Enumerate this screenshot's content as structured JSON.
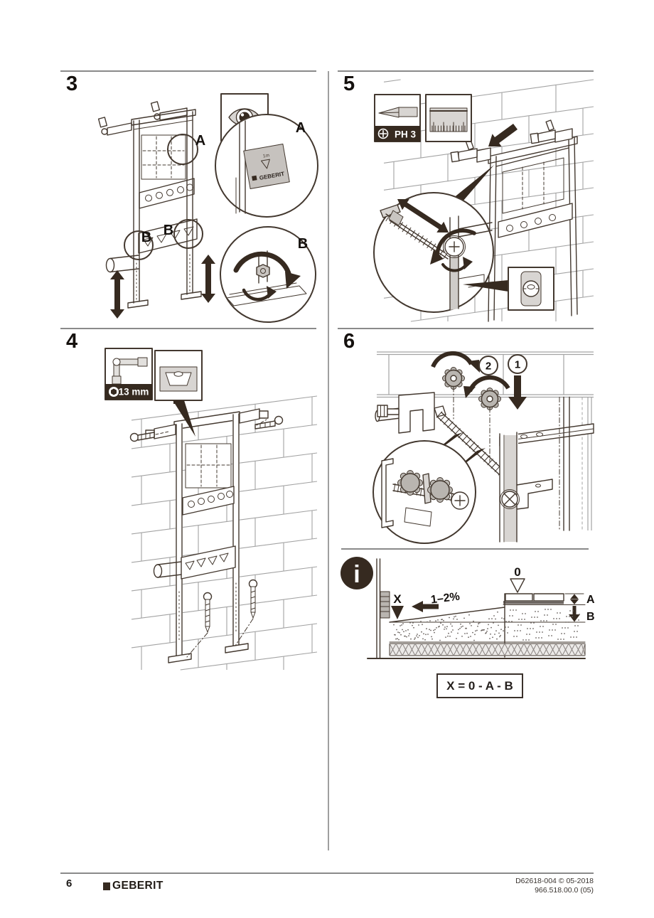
{
  "colors": {
    "ink": "#43382f",
    "dark": "#362a20"
  },
  "step3": {
    "number": "3",
    "label_a_frame": "A",
    "label_a_detail": "A",
    "label_b_frame_left": "B",
    "label_b_frame_right": "B",
    "label_b_detail": "B",
    "sticker": {
      "meter_mark": "1m",
      "brand": "GEBERIT"
    }
  },
  "step4": {
    "number": "4",
    "tool_size": "13 mm"
  },
  "step5": {
    "number": "5",
    "tool_size": "PH 3"
  },
  "step6": {
    "number": "6",
    "callout_first": "1",
    "callout_second": "2"
  },
  "info": {
    "icon_glyph": "i",
    "x_label": "X",
    "zero_label": "0",
    "slope_label": "1–2%",
    "a_label": "A",
    "b_label": "B",
    "formula": "X = 0 - A - B"
  },
  "footer": {
    "page_number": "6",
    "brand": "GEBERIT",
    "doc_line1": "D62618-004 © 05-2018",
    "doc_line2": "966.518.00.0 (05)"
  }
}
